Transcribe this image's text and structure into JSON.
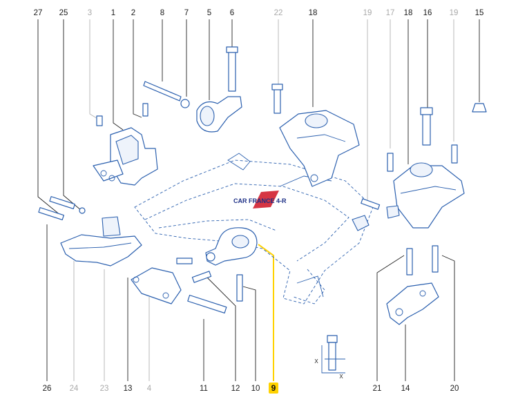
{
  "callouts": {
    "n27": "27",
    "n25": "25",
    "n3": "3",
    "n1": "1",
    "n2": "2",
    "n8": "8",
    "n7": "7",
    "n5": "5",
    "n6": "6",
    "n22": "22",
    "n18a": "18",
    "n19a": "19",
    "n17": "17",
    "n18b": "18",
    "n16": "16",
    "n19b": "19",
    "n15": "15",
    "n26": "26",
    "n24": "24",
    "n23": "23",
    "n13": "13",
    "n4": "4",
    "n11": "11",
    "n12": "12",
    "n10": "10",
    "n9": "9",
    "n21": "21",
    "n14": "14",
    "n20": "20"
  },
  "watermark": {
    "left": "CAR FRANCE",
    "right": "4-R"
  },
  "torque_detail": {
    "mark_a": "X",
    "mark_b": "X"
  },
  "colors": {
    "line_art": "#2a5fae",
    "highlight": "#ffd200",
    "callout_active": "#1a1a1a",
    "callout_inactive": "#a9a9a9"
  }
}
